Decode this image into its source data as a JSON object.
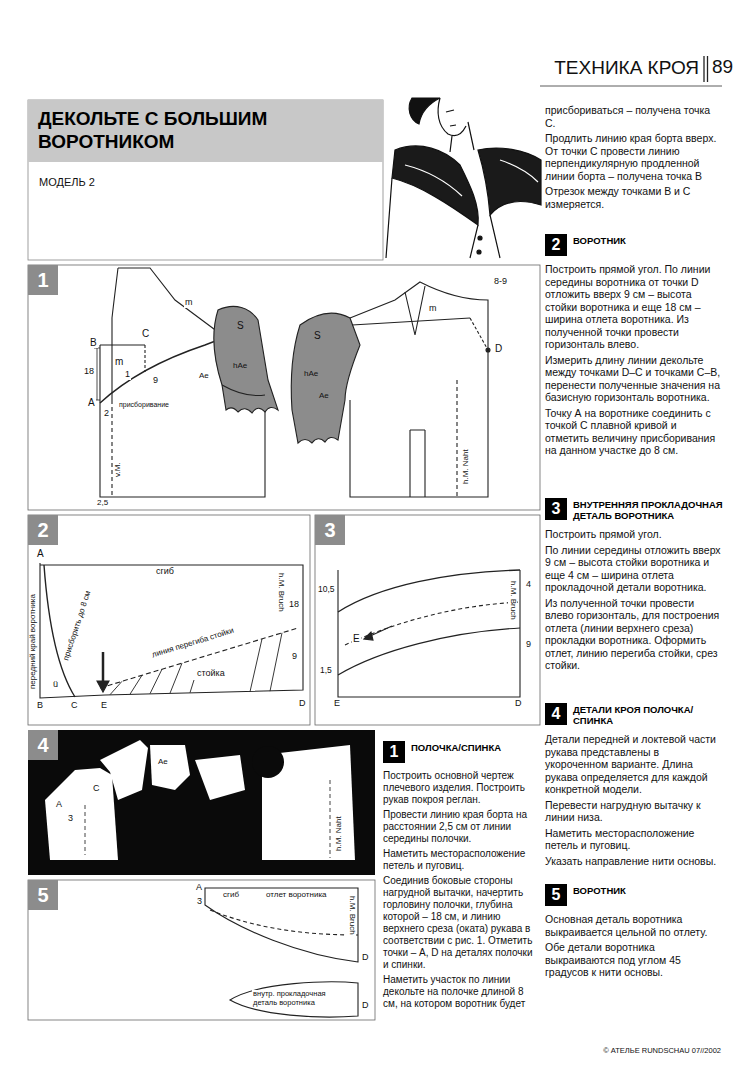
{
  "diagram": {
    "title": "ДЕКОЛЬТЕ С БОЛЬШИМ ВОРОТНИКОМ",
    "nodes": [
      {
        "text": [
          "1"
        ]
      },
      {
        "text": [
          "2"
        ]
      },
      {
        "text": [
          "3"
        ]
      },
      {
        "text": [
          "4"
        ]
      },
      {
        "text": [
          "5"
        ]
      },
      {
        "text": [
          "1",
          "ПОЛОЧКА/СПИНКА"
        ]
      },
      {
        "text": [
          "2",
          "ВОРОТНИК"
        ]
      },
      {
        "text": [
          "3",
          "ВНУТРЕННЯЯ ПРОКЛАДОЧНАЯ ДЕТАЛЬ ВОРОТНИКА"
        ]
      },
      {
        "text": [
          "4",
          "ДЕТАЛИ КРОЯ ПОЛОЧКА/СПИНКА"
        ]
      },
      {
        "text": [
          "5",
          "ВОРОТНИК"
        ]
      }
    ],
    "labels": [
      "ТЕХНИКА КРОЯ",
      "89",
      "МОДЕЛЬ 2",
      "присбориваться – получена точка С.",
      "Продлить линию края борта вверх. От точки С провести линию перпендикулярную продленной линии борта – получена точка В",
      "Отрезок между точками В и С измеряется.",
      "Построить прямой угол. По линии середины воротника от точки D отложить вверх 9 см – высота стойки воротника и еще 18 см – ширина отлета воротника. Из полученной точки провести горизонталь влево.",
      "Измерить длину линии декольте между точками D–C и точками C–B, перенести полученные значения на базисную горизонталь воротника.",
      "Точку А на воротнике соединить с точкой С плавной кривой и отметить величину присборивания на данном участке до 8 см.",
      "Построить прямой угол.",
      "По линии середины отложить вверх 9 см – высота стойки воротника и еще 4 см – ширина отлета прокладочной детали воротника.",
      "Из полученной точки провести влево горизонталь, для построения отлета (линии верхнего среза) прокладки воротника. Оформить отлет, линию перегиба стойки, срез стойки.",
      "Детали передней и локтевой части рукава представлены в укороченном варианте. Длина рукава определяется для каждой конкретной модели.",
      "Перевести нагрудную вытачку к линии низа.",
      "Наметить месторасположение петель и пуговиц.",
      "Указать направление нити основы.",
      "Основная деталь воротника выкраивается цельной по отлету.",
      "Обе детали воротника выкраиваются под углом 45 градусов к нити основы.",
      "Построить основной чертеж плечевого изделия. Построить рукав покроя реглан.",
      "Провести линию края борта на расстоянии 2,5 см от линии середины полочки.",
      "Наметить месторасположение петель и пуговиц.",
      "Соединив боковые стороны нагрудной вытачки, начертить горловину полочки, глубина которой – 18 см, и линию верхнего среза (оката) рукава в соответствии с рис. 1. Отметить точки – A, D на деталях полочки и спинки.",
      "Наметить участок по линии декольте на полочке длиной 8 см, на котором воротник будет",
      "© АТЕЛЬЕ RUNDSCHAU 07//2002",
      "C",
      "B",
      "m",
      "1",
      "9",
      "18",
      "A",
      "2",
      "присборивание",
      "S",
      "hAe",
      "Ae",
      "v.M.",
      "2,5",
      "m",
      "S",
      "m",
      "8-9",
      "D",
      "hAe",
      "Ae",
      "h.M. Naht",
      "A",
      "сгиб",
      "передний край воротника",
      "присборить до 8 см",
      "линия перегиба стойки",
      "стойка",
      "18",
      "9",
      "h.M. Bruch",
      "B",
      "C",
      "E",
      "D",
      "ü",
      "10,5",
      "1,5",
      "E",
      "E",
      "D",
      "4",
      "9",
      "h.M. Bruch",
      "A",
      "3",
      "C",
      "Ae",
      "h.M. Naht",
      "A",
      "3",
      "сгиб",
      "отлет воротника",
      "h.M. Bruch",
      "D",
      "внутр. прокладочная деталь воротника",
      "D"
    ]
  }
}
